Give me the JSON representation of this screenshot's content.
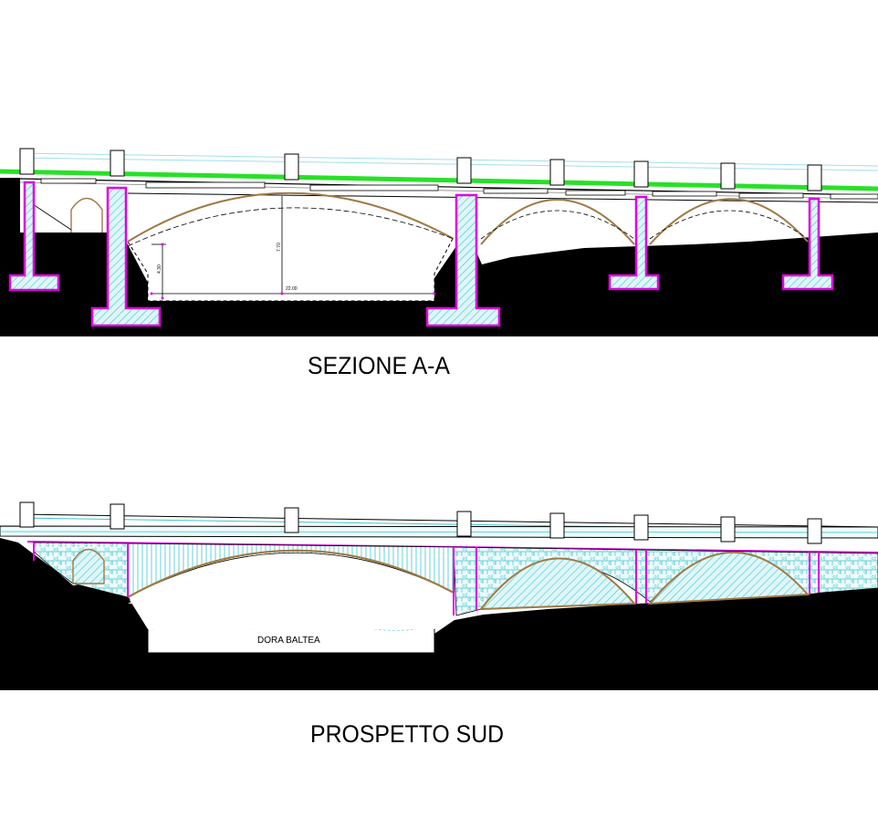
{
  "section": {
    "title": "SEZIONE A-A",
    "dimensions": {
      "span": "22.00",
      "height": "7.70",
      "sub_height": "4.30"
    }
  },
  "elevation": {
    "title": "PROSPETTO SUD",
    "river_label": "DORA BALTEA"
  },
  "colors": {
    "ground": "#000000",
    "road_line": "#27e127",
    "structure_outline": "#e000e0",
    "hatch": "#3cc6cf",
    "arch": "#a07a45",
    "stone_fill": "#dff3f6"
  }
}
